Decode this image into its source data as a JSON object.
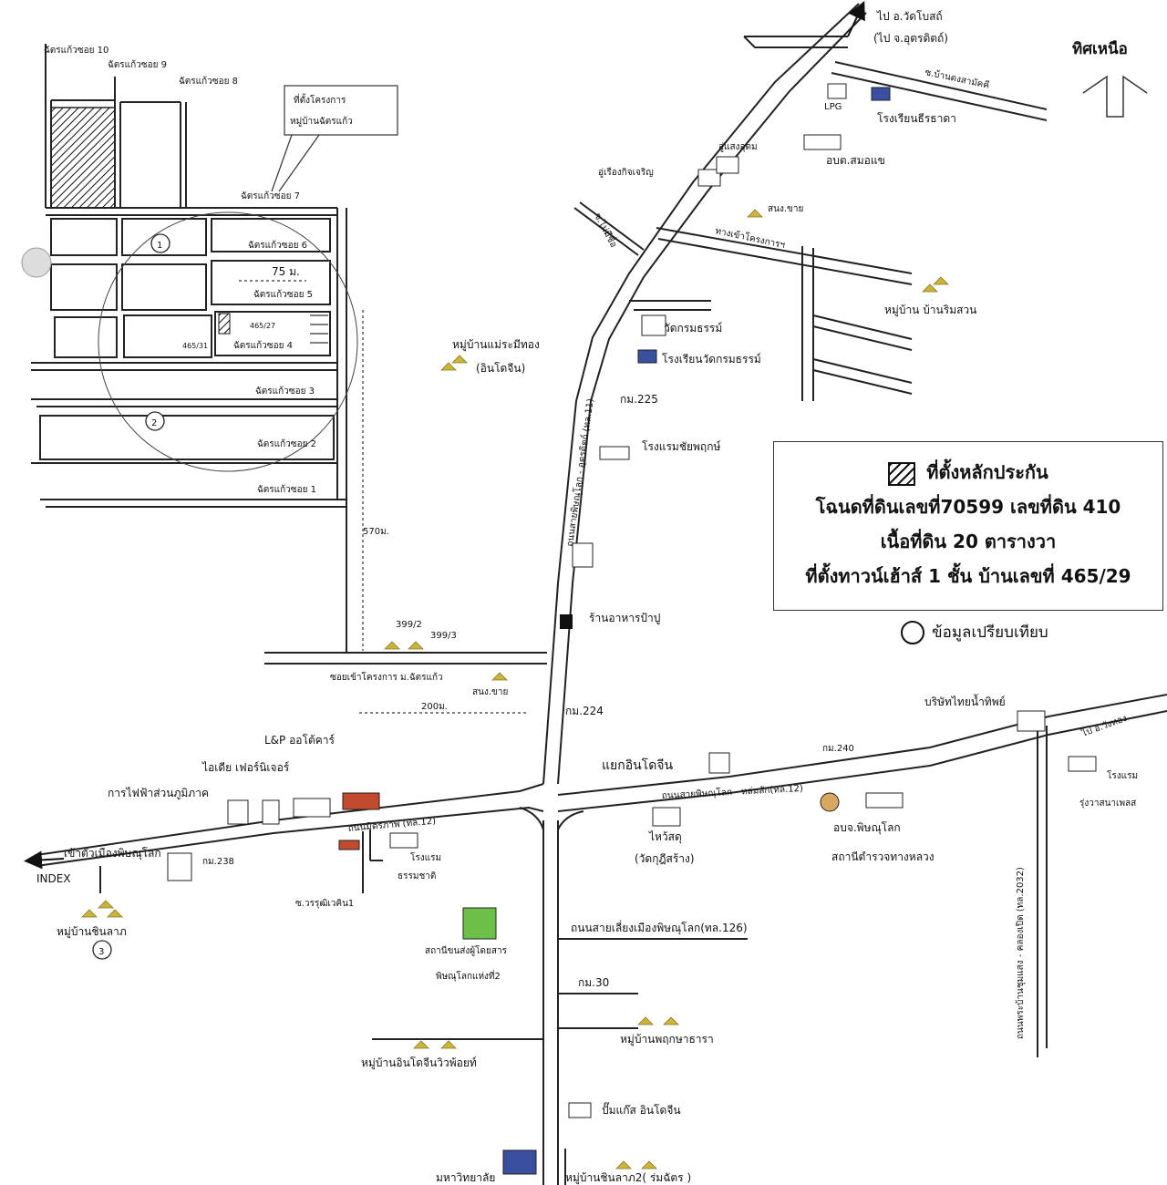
{
  "north_label": "ทิศเหนือ",
  "legend": {
    "collateral": "ที่ตั้งหลักประกัน",
    "deed": "โฉนดที่ดินเลขที่70599 เลขที่ดิน 410",
    "area": "เนื้อที่ดิน 20 ตารางวา",
    "house": "ที่ตั้งทาวน์เฮ้าส์ 1 ชั้น บ้านเลขที่ 465/29",
    "comparison": "ข้อมูลเปรียบเทียบ"
  },
  "project_box": {
    "line1": "ที่ตั้งโครงการ",
    "line2": "หมู่บ้านฉัตรแก้ว"
  },
  "sois": {
    "s10": "ฉัตรแก้วซอย 10",
    "s9": "ฉัตรแก้วซอย 9",
    "s8": "ฉัตรแก้วซอย 8",
    "s7": "ฉัตรแก้วซอย 7",
    "s6": "ฉัตรแก้วซอย 6",
    "s5": "ฉัตรแก้วซอย 5",
    "s4": "ฉัตรแก้วซอย 4",
    "s3": "ฉัตรแก้วซอย 3",
    "s2": "ฉัตรแก้วซอย 2",
    "s1": "ฉัตรแก้วซอย 1"
  },
  "markers": {
    "m1": "1",
    "m2": "2",
    "m3": "3"
  },
  "dims": {
    "d75": "75 ม.",
    "d570": "570ม.",
    "d200": "200ม."
  },
  "plots": {
    "p465_27": "465/27",
    "p465_31": "465/31",
    "p399_2": "399/2",
    "p399_3": "399/3"
  },
  "labels": {
    "to_watbot": "ไป อ.วัดโบสถ์",
    "to_uttaradit": "(ไป จ.อุตรดิตถ์)",
    "soi_dongsam": "ซ.บ้านดงสามัคคี",
    "lpg": "LPG",
    "school_teera": "โรงเรียนธีรธาดา",
    "obt_somo": "อบต.สมอแข",
    "chu_sang": "อู่แสงอุดม",
    "chu_rueang": "อู่เรืองกิจเจริญ",
    "snong_chai1": "สนง.ขาย",
    "tang_khao": "ทางเข้าโครงการฯ",
    "soi_maimi": "ซ.ไม่มีชื่อ",
    "mb_rimsuan": "หมู่บ้าน บ้านริมสวน",
    "wat_krom": "วัดกรมธรรม์",
    "school_wat": "โรงเรียนวัดกรมธรรม์",
    "mb_maerani": "หมู่บ้านแม่ระมีทอง",
    "inthochin_paren": "(อินโดจีน)",
    "km225": "กม.225",
    "hotel_chaiyaphruek": "โรงแรมชัยพฤกษ์",
    "road11": "ถนนสายพิษณุโลก - อุตรดิตถ์ (ทล.11)",
    "restaurant": "ร้านอาหารป้าปู",
    "soi_khao": "ซอยเข้าโครงการ ม.ฉัตรแก้ว",
    "snong_chai2": "สนง.ขาย",
    "km224": "กม.224",
    "company": "บริษัทไทยน้ำทิพย์",
    "to_wangthong": "ไป อ.วังทอง",
    "km240": "กม.240",
    "lp_auto": "L&P ออโต้คาร์",
    "idea": "ไอเดีย เฟอร์นิเจอร์",
    "pea": "การไฟฟ้าส่วนภูมิภาค",
    "yaek": "แยกอินโดจีน",
    "road12e": "ถนนสายพิษณุโลก - หล่มสัก(ทล.12)",
    "hotel_rungwa": "โรงแรม",
    "hotel_rungwa2": "รุ่งวาสนาเพลส",
    "road_mittraphap": "ถนนมิตรภาพ (ทล.12)",
    "to_city": "เข้าตัวเมืองพิษณุโลก",
    "index": "INDEX",
    "km238": "กม.238",
    "hotel_tham": "โรงแรม",
    "hotel_tham2": "ธรรมชาติ",
    "wai_sadu": "ไหว้สดุ",
    "wat_paren": "(วัดกุฎีสร้าง)",
    "obj_phitsanulok": "อบจ.พิษณุโลก",
    "police": "สถานีตำรวจทางหลวง",
    "road2032": "ถนนพระบ้านชุมแสง - คลองเปิด (ทล.2032)",
    "soi_warun": "ซ.วรรุฒิเวคิน1",
    "mb_chinlak": "หมู่บ้านชินลาภ",
    "bus_station": "สถานีขนส่งผู้โดยสาร",
    "bus_station2": "พิษณุโลกแห่งที่2",
    "road126": "ถนนสายเลี่ยงเมืองพิษณุโลก(ทล.126)",
    "km30": "กม.30",
    "mb_phruksa": "หมู่บ้านพฤกษาธารา",
    "mb_inthochin": "หมู่บ้านอินโดจีนวิวพ้อยท์",
    "pumkaew": "ปั๊มแก๊ส อินโดจีน",
    "university": "มหาวิทยาลัย",
    "mb_chinlak2": "หมู่บ้านชินลาภ2( ร่มฉัตร )"
  }
}
